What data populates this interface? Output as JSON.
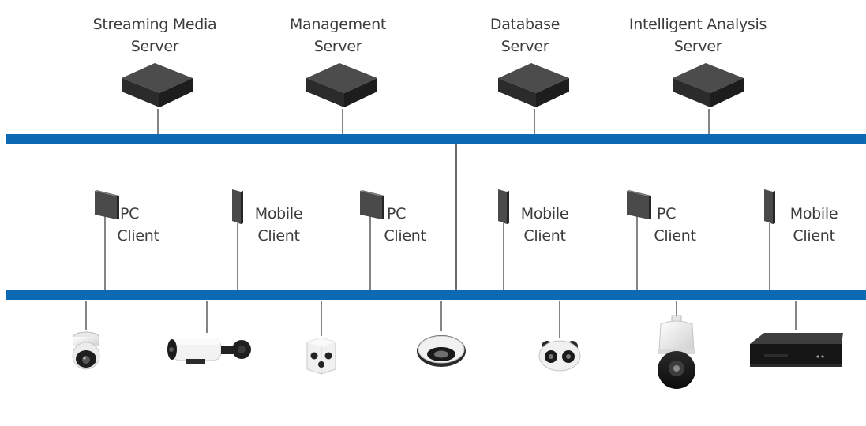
{
  "servers": [
    {
      "name": "streaming-media-server",
      "line1": "Streaming Media",
      "line2": "Server"
    },
    {
      "name": "management-server",
      "line1": "Management",
      "line2": "Server"
    },
    {
      "name": "database-server",
      "line1": "Database",
      "line2": "Server"
    },
    {
      "name": "intelligent-analysis-server",
      "line1": "Intelligent Analysis",
      "line2": "Server"
    }
  ],
  "clients": [
    {
      "name": "pc-client-1",
      "icon": "pc-client-icon",
      "line1": "PC",
      "line2": "Client"
    },
    {
      "name": "mobile-client-1",
      "icon": "mobile-client-icon",
      "line1": "Mobile",
      "line2": "Client"
    },
    {
      "name": "pc-client-2",
      "icon": "pc-client-icon",
      "line1": "PC",
      "line2": "Client"
    },
    {
      "name": "mobile-client-2",
      "icon": "mobile-client-icon",
      "line1": "Mobile",
      "line2": "Client"
    },
    {
      "name": "pc-client-3",
      "icon": "pc-client-icon",
      "line1": "PC",
      "line2": "Client"
    },
    {
      "name": "mobile-client-3",
      "icon": "mobile-client-icon",
      "line1": "Mobile",
      "line2": "Client"
    }
  ],
  "devices": [
    {
      "name": "dome-camera",
      "icon": "dome-camera-icon"
    },
    {
      "name": "bullet-camera",
      "icon": "bullet-camera-icon"
    },
    {
      "name": "multi-lens-camera",
      "icon": "multi-lens-camera-icon"
    },
    {
      "name": "fisheye-camera",
      "icon": "fisheye-camera-icon"
    },
    {
      "name": "dual-lens-camera",
      "icon": "dual-lens-camera-icon"
    },
    {
      "name": "ptz-camera",
      "icon": "ptz-camera-icon"
    },
    {
      "name": "nvr-recorder",
      "icon": "nvr-icon"
    }
  ],
  "colors": {
    "bus": "#0b6ab3",
    "line": "#5a5a5a",
    "text": "#3c3c3c",
    "device_dark": "#3b3b3b"
  }
}
